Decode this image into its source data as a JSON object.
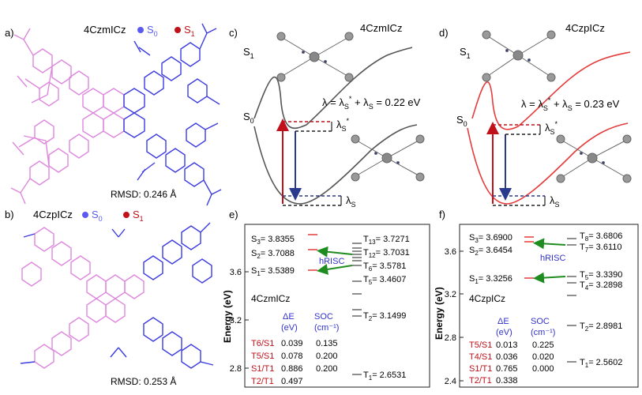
{
  "panel_a": {
    "label": "a)",
    "title": "4CzmICz",
    "legend_s0": "S",
    "legend_s0_sub": "0",
    "legend_s1": "S",
    "legend_s1_sub": "1",
    "rmsd": "RMSD: 0.246 Å"
  },
  "panel_b": {
    "label": "b)",
    "title": "4CzpICz",
    "legend_s0": "S",
    "legend_s0_sub": "0",
    "legend_s1": "S",
    "legend_s1_sub": "1",
    "rmsd": "RMSD: 0.253 Å"
  },
  "panel_c": {
    "label": "c)",
    "title": "4CzmICz",
    "s1": "S",
    "s1_sub": "1",
    "s0": "S",
    "s0_sub": "0",
    "lambda_lhs": "λ = λ",
    "lambda_s": "S",
    "lambda_plus": " + λ",
    "lambda_rhs": " = 0.22 eV",
    "lambda_s_star": "λ",
    "lambda_s_label": "λ"
  },
  "panel_d": {
    "label": "d)",
    "title": "4CzpICz",
    "s1": "S",
    "s1_sub": "1",
    "s0": "S",
    "s0_sub": "0",
    "lambda_rhs": " = 0.23 eV"
  },
  "panel_e": {
    "label": "e)",
    "compound": "4CzmICz",
    "ylabel": "Energy (eV)",
    "yticks": [
      "3.6",
      "3.2",
      "2.8"
    ],
    "hrisc": "hRISC",
    "singlets": [
      {
        "name": "S",
        "sub": "3",
        "value": "= 3.8355"
      },
      {
        "name": "S",
        "sub": "2",
        "value": "= 3.7088"
      },
      {
        "name": "S",
        "sub": "1",
        "value": "= 3.5389"
      }
    ],
    "triplets": [
      {
        "name": "T",
        "sub": "13",
        "value": "= 3.7271"
      },
      {
        "name": "T",
        "sub": "12",
        "value": "= 3.7031"
      },
      {
        "name": "T",
        "sub": "6",
        "value": "= 3.5781"
      },
      {
        "name": "T",
        "sub": "5",
        "value": "= 3.4607"
      },
      {
        "name": "T",
        "sub": "2",
        "value": "= 3.1499"
      },
      {
        "name": "T",
        "sub": "1",
        "value": "= 2.6531"
      }
    ],
    "table_head": {
      "de": "ΔE",
      "de_unit": "(eV)",
      "soc": "SOC",
      "soc_unit": "(cm⁻¹)"
    },
    "table_rows": [
      {
        "pair": "T6/S1",
        "de": "0.039",
        "soc": "0.135"
      },
      {
        "pair": "T5/S1",
        "de": "0.078",
        "soc": "0.200"
      },
      {
        "pair": "S1/T1",
        "de": "0.886",
        "soc": "0.200"
      },
      {
        "pair": "T2/T1",
        "de": "0.497",
        "soc": ""
      }
    ]
  },
  "panel_f": {
    "label": "f)",
    "compound": "4CzpICz",
    "ylabel": "Energy (eV)",
    "yticks": [
      "3.6",
      "3.2",
      "2.8",
      "2.4"
    ],
    "hrisc": "hRISC",
    "singlets": [
      {
        "name": "S",
        "sub": "3",
        "value": "= 3.6900"
      },
      {
        "name": "S",
        "sub": "2",
        "value": "= 3.6454"
      },
      {
        "name": "S",
        "sub": "1",
        "value": "= 3.3256"
      }
    ],
    "triplets": [
      {
        "name": "T",
        "sub": "8",
        "value": "= 3.6806"
      },
      {
        "name": "T",
        "sub": "7",
        "value": "= 3.6110"
      },
      {
        "name": "T",
        "sub": "5",
        "value": "= 3.3390"
      },
      {
        "name": "T",
        "sub": "4",
        "value": "= 3.2898"
      },
      {
        "name": "T",
        "sub": "2",
        "value": "= 2.8981"
      },
      {
        "name": "T",
        "sub": "1",
        "value": "= 2.5602"
      }
    ],
    "table_head": {
      "de": "ΔE",
      "de_unit": "(eV)",
      "soc": "SOC",
      "soc_unit": "(cm⁻¹)"
    },
    "table_rows": [
      {
        "pair": "T5/S1",
        "de": "0.013",
        "soc": "0.225"
      },
      {
        "pair": "T4/S1",
        "de": "0.036",
        "soc": "0.020"
      },
      {
        "pair": "S1/T1",
        "de": "0.765",
        "soc": "0.000"
      },
      {
        "pair": "T2/T1",
        "de": "0.338",
        "soc": ""
      }
    ]
  },
  "colors": {
    "s0_blue": "#5a5af0",
    "s1_red": "#c0101a",
    "pink": "#dd88dd",
    "blue_struct": "#3c3ce0",
    "green_arrow": "#1e8c1e",
    "red_curve": "#e43b3b",
    "grey_curve": "#555555"
  }
}
